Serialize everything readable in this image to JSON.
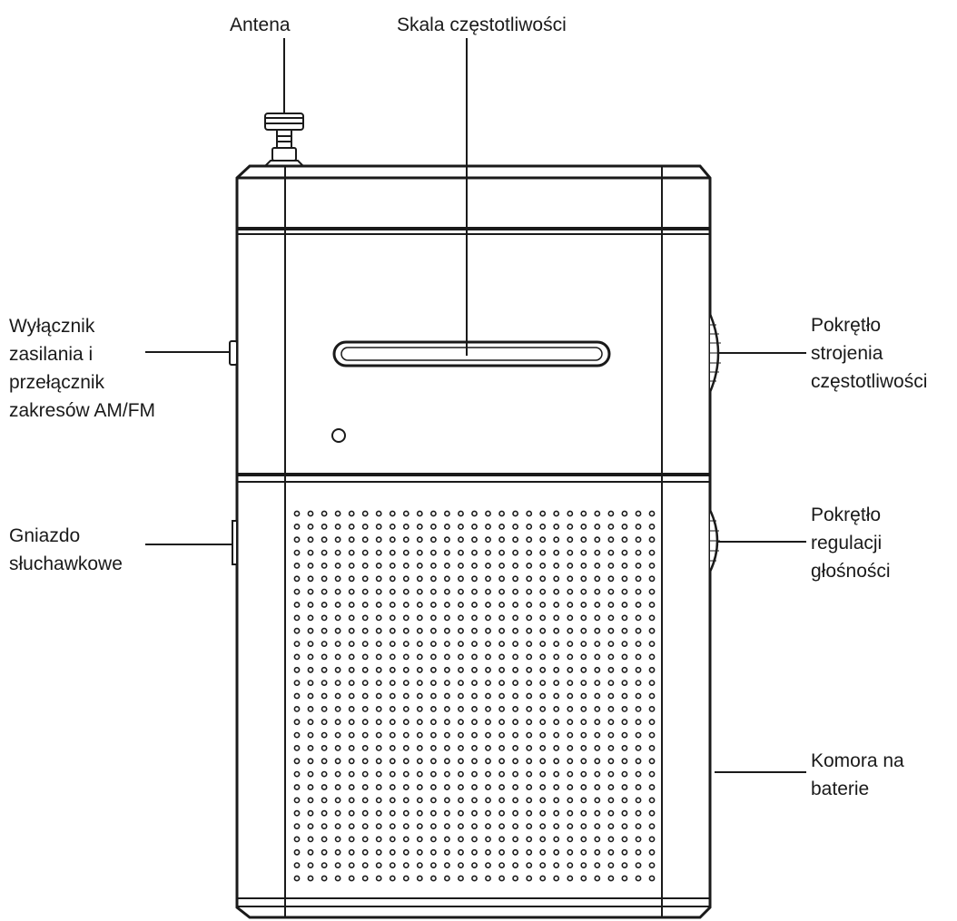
{
  "labels": {
    "antenna": "Antena",
    "dial": "Skala częstotliwości",
    "power_switch": [
      "Wyłącznik",
      "zasilania i",
      "przełącznik",
      "zakresów AM/FM"
    ],
    "headphone_jack": [
      "Gniazdo",
      "słuchawkowe"
    ],
    "tuning_knob": [
      "Pokrętło",
      "strojenia",
      "częstotliwości"
    ],
    "volume_knob": [
      "Pokrętło",
      "regulacji",
      "głośności"
    ],
    "battery_compartment": [
      "Komora na",
      "baterie"
    ]
  },
  "colors": {
    "line": "#1a1a1a",
    "background": "#ffffff"
  }
}
